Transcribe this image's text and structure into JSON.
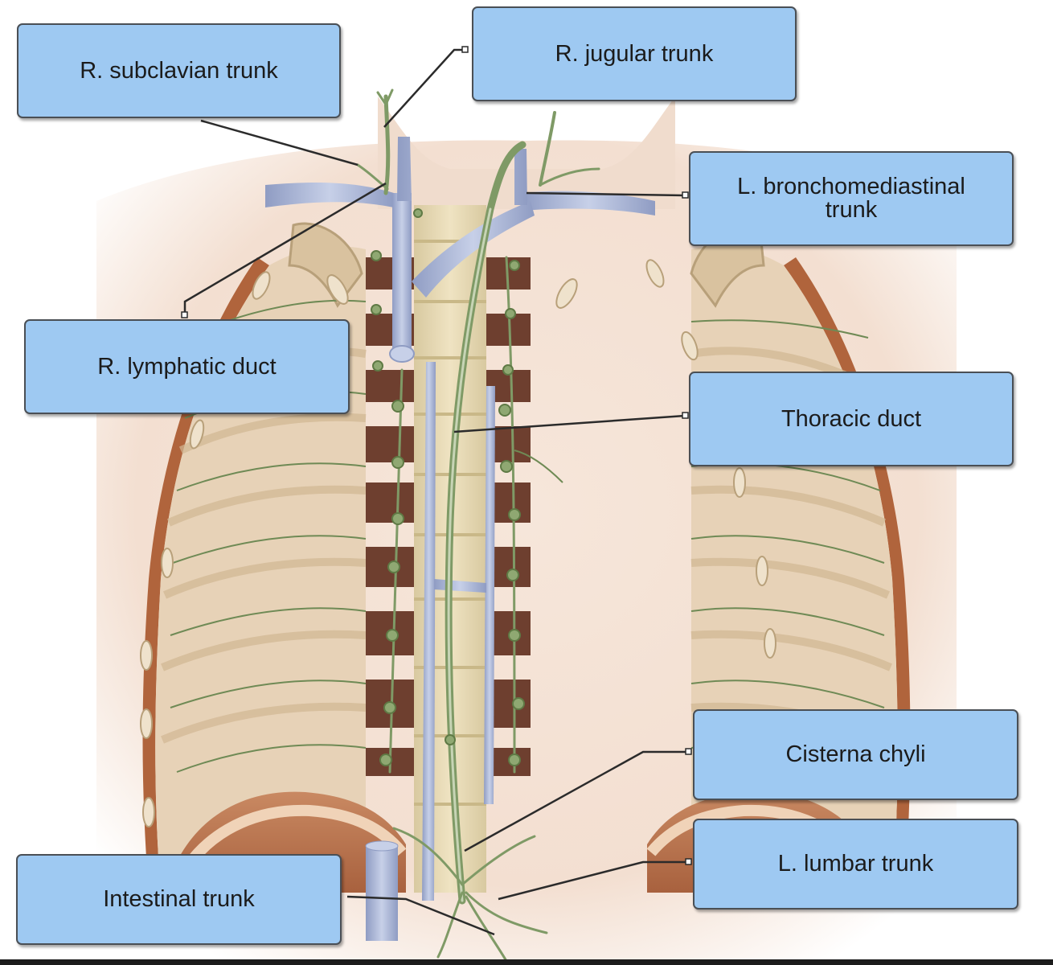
{
  "labels": {
    "r_subclavian_trunk": "R. subclavian trunk",
    "r_jugular_trunk": "R. jugular trunk",
    "l_bronchomediastinal_trunk": "L. bronchomediastinal trunk",
    "r_lymphatic_duct": "R. lymphatic duct",
    "thoracic_duct": "Thoracic duct",
    "cisterna_chyli": "Cisterna chyli",
    "l_lumbar_trunk": "L. lumbar trunk",
    "intestinal_trunk": "Intestinal trunk"
  },
  "colors": {
    "label_fill": "#9ec9f2",
    "label_border": "#4a4f55",
    "leader_line": "#2b2b2b",
    "skin": "#f3e2d6",
    "rib": "#e6d2b3",
    "vein": "#aab5d4",
    "lymph_vessel": "#7f9a66",
    "muscle": "#b7774f"
  }
}
